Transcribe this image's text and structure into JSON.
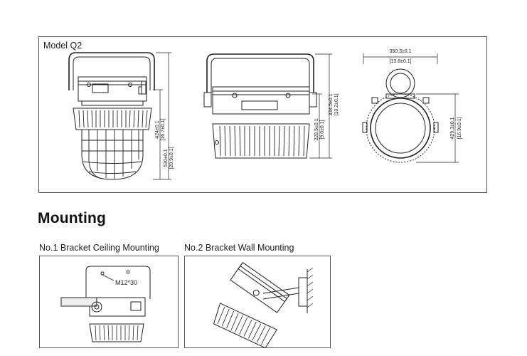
{
  "drawing_panel": {
    "model_label": "Model Q2",
    "side_view": {
      "dim_inner_mm": "424±0.1",
      "dim_inner_in": "[16.7±0.1]",
      "dim_outer_mm": "530±0.1",
      "dim_outer_in": "[20.9±0.1]"
    },
    "front_view": {
      "dim_inner_mm": "228.5±0.1",
      "dim_inner_in": "[9.0±0.1]",
      "dim_outer_mm": "334.5±0.1",
      "dim_outer_in": "[13.2±0.1]"
    },
    "top_view": {
      "width_mm": "350.3±0.1",
      "width_in": "[13.8±0.1]",
      "diameter_mm": "429.3±0.1",
      "diameter_in": "[16.9±0.1]"
    }
  },
  "mounting": {
    "heading": "Mounting",
    "option1": {
      "caption": "No.1 Bracket Ceiling Mounting",
      "bolt_label": "M12*30"
    },
    "option2": {
      "caption": "No.2 Bracket Wall Mounting"
    }
  }
}
